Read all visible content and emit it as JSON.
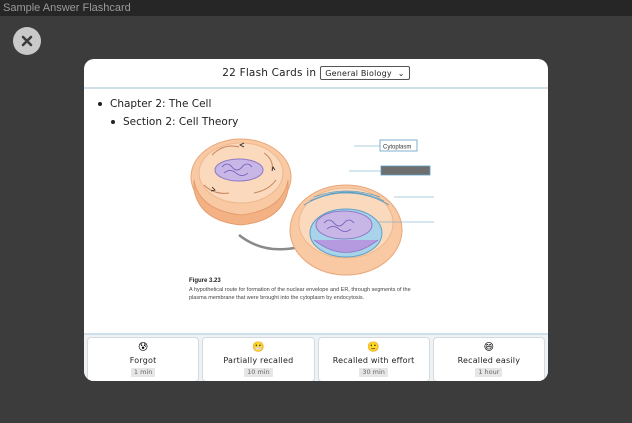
{
  "window": {
    "title": "Sample Answer Flashcard"
  },
  "header": {
    "count_label": "22 Flash Cards in",
    "deck": "General Biology"
  },
  "outline": {
    "chapter": "Chapter 2: The Cell",
    "section": "Section 2: Cell Theory"
  },
  "figure": {
    "callout": "Cytoplasm",
    "label": "Figure 3.23",
    "caption": "A hypothetical route for formation of the nuclear envelope and ER, through segments of the plasma membrane that were brought into the cytoplasm by endocytosis."
  },
  "answers": [
    {
      "emoji": "😰",
      "label": "Forgot",
      "time": "1 min"
    },
    {
      "emoji": "😬",
      "label": "Partially recalled",
      "time": "10 min"
    },
    {
      "emoji": "🙂",
      "label": "Recalled with effort",
      "time": "30 min"
    },
    {
      "emoji": "😄",
      "label": "Recalled easily",
      "time": "1 hour"
    }
  ]
}
